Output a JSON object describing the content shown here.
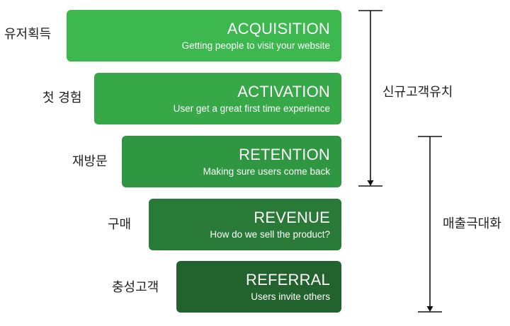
{
  "stages": [
    {
      "label": "유저획득",
      "title": "ACQUISITION",
      "subtitle": "Getting people to visit your website",
      "color": "#3cb84f"
    },
    {
      "label": "첫 경험",
      "title": "ACTIVATION",
      "subtitle": "User get a great first time experience",
      "color": "#36a848"
    },
    {
      "label": "재방문",
      "title": "RETENTION",
      "subtitle": "Making sure users come back",
      "color": "#2f9641"
    },
    {
      "label": "구매",
      "title": "REVENUE",
      "subtitle": "How do we sell the product?",
      "color": "#297a37"
    },
    {
      "label": "충성고객",
      "title": "REFERRAL",
      "subtitle": "Users invite others",
      "color": "#22632d"
    }
  ],
  "groups": {
    "acquisition_group": "신규고객유치",
    "revenue_group": "매출극대화"
  }
}
